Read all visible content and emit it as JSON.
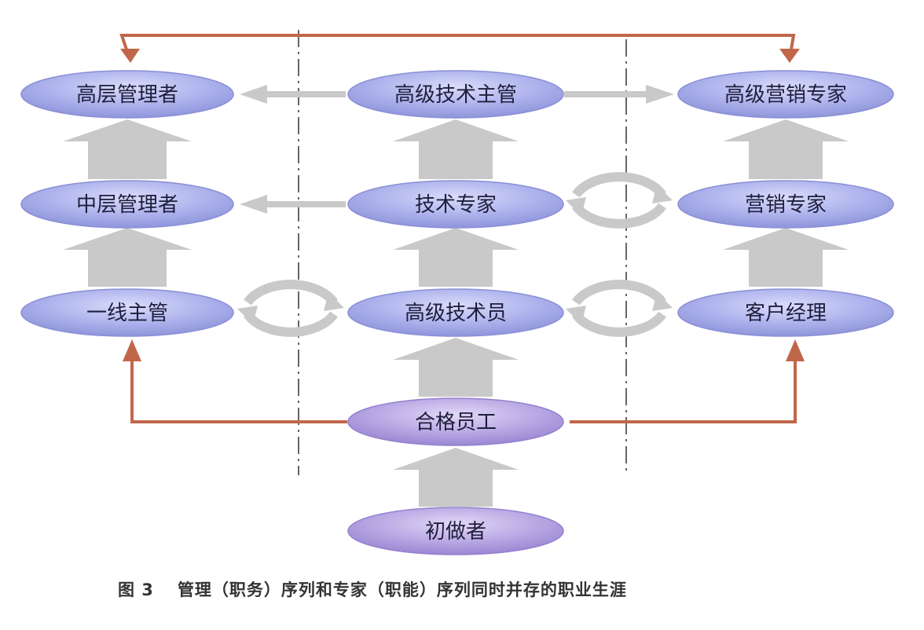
{
  "nodes": {
    "senior_manager": "高层管理者",
    "middle_manager": "中层管理者",
    "frontline_supervisor": "一线主管",
    "senior_tech_supervisor": "高级技术主管",
    "tech_expert": "技术专家",
    "senior_technician": "高级技术员",
    "qualified_employee": "合格员工",
    "beginner": "初做者",
    "senior_marketing_expert": "高级营销专家",
    "marketing_expert": "营销专家",
    "account_manager": "客户经理"
  },
  "caption": {
    "figure_number": "图 3",
    "text": "管理（职务）序列和专家（职能）序列同时并存的职业生涯"
  },
  "colors": {
    "node_blue": "#a9acec",
    "node_purple": "#b6a4e2",
    "node_stroke": "#8a8fd6",
    "arrow_gray": "#c9c9c9",
    "path_orange": "#c0674a",
    "divider": "#666666"
  }
}
